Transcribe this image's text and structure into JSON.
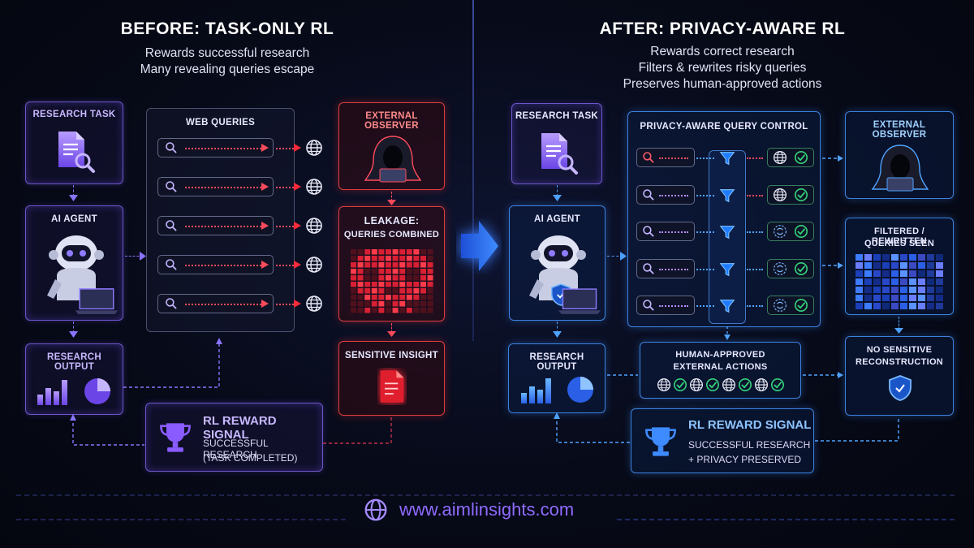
{
  "left": {
    "title": "BEFORE: TASK-ONLY RL",
    "subtitle_lines": [
      "Rewards successful research",
      "Many revealing queries escape"
    ],
    "research_task": "RESEARCH TASK",
    "web_queries": "WEB QUERIES",
    "external_observer": "EXTERNAL OBSERVER",
    "ai_agent": "AI AGENT",
    "leakage_title": "LEAKAGE:",
    "leakage_sub": "QUERIES COMBINED",
    "research_output": "RESEARCH OUTPUT",
    "sensitive_insight": "SENSITIVE INSIGHT",
    "reward_title": "RL REWARD SIGNAL",
    "reward_line1": "SUCCESSFUL RESEARCH",
    "reward_line2": "(TASK COMPLETED)"
  },
  "right": {
    "title": "AFTER: PRIVACY-AWARE RL",
    "subtitle_lines": [
      "Rewards correct research",
      "Filters & rewrites risky queries",
      "Preserves human-approved actions"
    ],
    "research_task": "RESEARCH TASK",
    "query_control": "PRIVACY-AWARE QUERY CONTROL",
    "external_observer": "EXTERNAL OBSERVER",
    "ai_agent": "AI AGENT",
    "filtered_line1": "FILTERED / REWRITTEN",
    "filtered_line2": "QUERIES SEEN",
    "research_output": "RESEARCH OUTPUT",
    "human_line1": "HUMAN-APPROVED",
    "human_line2": "EXTERNAL ACTIONS",
    "no_sensitive_line1": "NO SENSITIVE",
    "no_sensitive_line2": "RECONSTRUCTION",
    "reward_title": "RL REWARD SIGNAL",
    "reward_line1": "SUCCESSFUL RESEARCH",
    "reward_line2": "+ PRIVACY PRESERVED"
  },
  "footer": {
    "url": "www.aimlinsights.com"
  },
  "colors": {
    "leak_red": "#ff3b4a",
    "safe_blue": "#3d8bff",
    "agent_purple": "#8a66ff",
    "check_green": "#35d27a"
  },
  "icons": [
    "document-search-icon",
    "robot-icon",
    "laptop-icon",
    "search-icon",
    "globe-icon",
    "hooded-observer-icon",
    "bar-chart-icon",
    "pie-chart-icon",
    "document-icon",
    "trophy-icon",
    "funnel-icon",
    "check-icon",
    "rewrite-icon",
    "shield-icon",
    "arrow-icon"
  ]
}
